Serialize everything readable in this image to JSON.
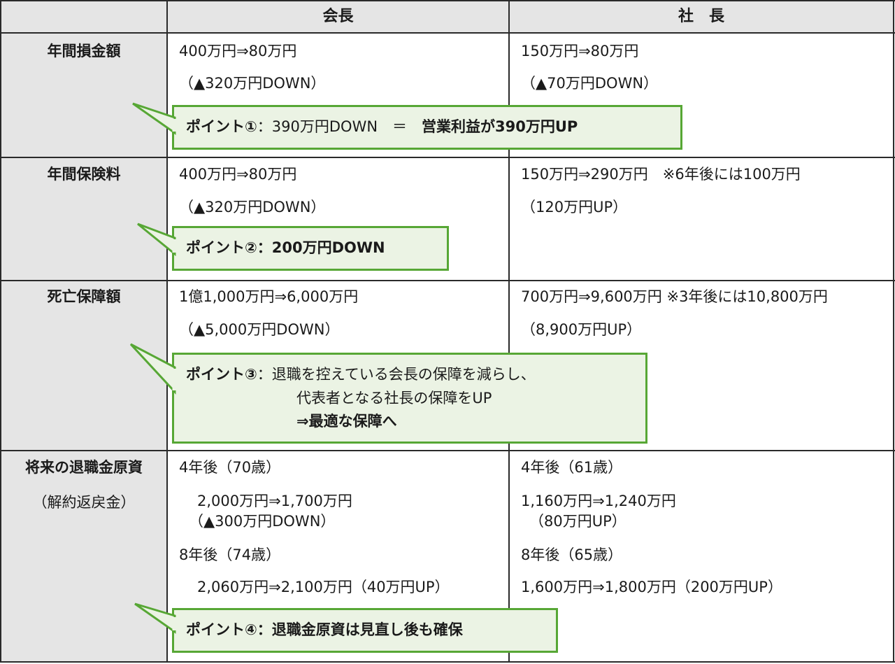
{
  "header": {
    "col_chairman": "会長",
    "col_president": "社　長"
  },
  "rows": {
    "loss": {
      "label": "年間損金額",
      "chairman_line1": "400万円⇒80万円",
      "chairman_line2": "（▲320万円DOWN）",
      "president_line1": "150万円⇒80万円",
      "president_line2": "（▲70万円DOWN）",
      "point_head": "ポイント①",
      "point_mid": "：390万円DOWN　＝　",
      "point_tail": "営業利益が390万円UP"
    },
    "premium": {
      "label": "年間保険料",
      "chairman_line1": "400万円⇒80万円",
      "chairman_line2": "（▲320万円DOWN）",
      "president_line1": "150万円⇒290万円　※6年後には100万円",
      "president_line2": "（120万円UP）",
      "point_head": "ポイント②：200万円DOWN"
    },
    "death": {
      "label": "死亡保障額",
      "chairman_line1": "1億1,000万円⇒6,000万円",
      "chairman_line2": "（▲5,000万円DOWN）",
      "president_line1": "700万円⇒9,600万円 ※3年後には10,800万円",
      "president_line2": "（8,900万円UP）",
      "point_head": "ポイント③",
      "point_line1": "：退職を控えている会長の保障を減らし、",
      "point_line2": "代表者となる社長の保障をUP",
      "point_line3": "⇒最適な保障へ"
    },
    "retire": {
      "label": "将来の退職金原資",
      "sublabel": "（解約返戻金）",
      "chairman_a1": "4年後（70歳）",
      "chairman_a2": "2,000万円⇒1,700万円",
      "chairman_a3": "（▲300万円DOWN）",
      "chairman_b1": "8年後（74歳）",
      "chairman_b2": "2,060万円⇒2,100万円（40万円UP）",
      "president_a1": "4年後（61歳）",
      "president_a2": "1,160万円⇒1,240万円",
      "president_a3": "（80万円UP）",
      "president_b1": "8年後（65歳）",
      "president_b2": "1,600万円⇒1,800万円（200万円UP）",
      "point_head": "ポイント④：退職金原資は見直し後も確保"
    }
  },
  "colors": {
    "header_bg": "#e5e5e5",
    "label_bg": "#e5e5e5",
    "callout_bg": "#ebf3e4",
    "callout_border": "#57a735",
    "grid": "#2a2a2a"
  }
}
